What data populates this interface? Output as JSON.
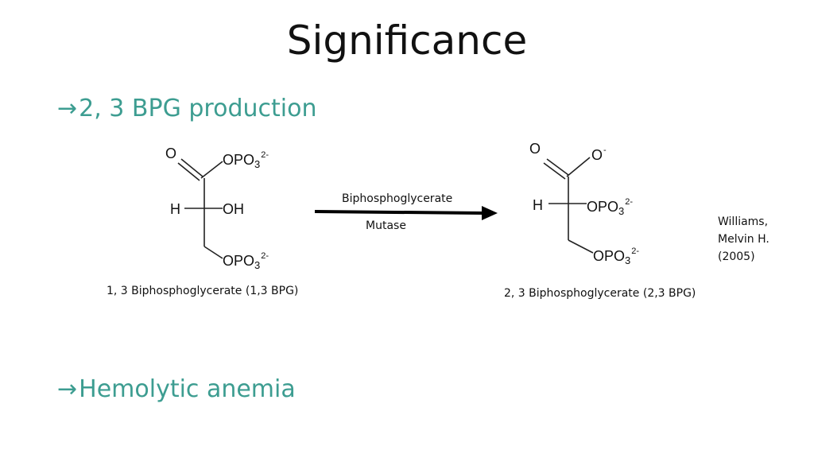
{
  "slide": {
    "title": "Significance",
    "bullets": [
      {
        "arrow": "→",
        "text": "2, 3 BPG production",
        "icon": "arrow-right-icon"
      },
      {
        "arrow": "→",
        "text": "Hemolytic anemia",
        "icon": "arrow-right-icon"
      }
    ],
    "reaction": {
      "enzyme_line1": "Biphosphoglycerate",
      "enzyme_line2": "Mutase",
      "reactant_caption": "1, 3 Biphosphoglycerate (1,3 BPG)",
      "product_caption": "2, 3 Biphosphoglycerate (2,3 BPG)"
    },
    "reactant": {
      "carbonyl_o": "O",
      "top_group": "OPO",
      "top_sub": "3",
      "top_charge": "2-",
      "h": "H",
      "oh": "OH",
      "bottom_group": "OPO",
      "bottom_sub": "3",
      "bottom_charge": "2-"
    },
    "product": {
      "carbonyl_o": "O",
      "top_o": "O",
      "top_charge": "-",
      "h": "H",
      "mid_group": "OPO",
      "mid_sub": "3",
      "mid_charge": "2-",
      "bottom_group": "OPO",
      "bottom_sub": "3",
      "bottom_charge": "2-"
    },
    "citation": {
      "line1": "Williams,",
      "line2": "Melvin H.",
      "line3": "(2005)"
    }
  },
  "colors": {
    "accent": "#3d9d91",
    "text": "#111111"
  }
}
